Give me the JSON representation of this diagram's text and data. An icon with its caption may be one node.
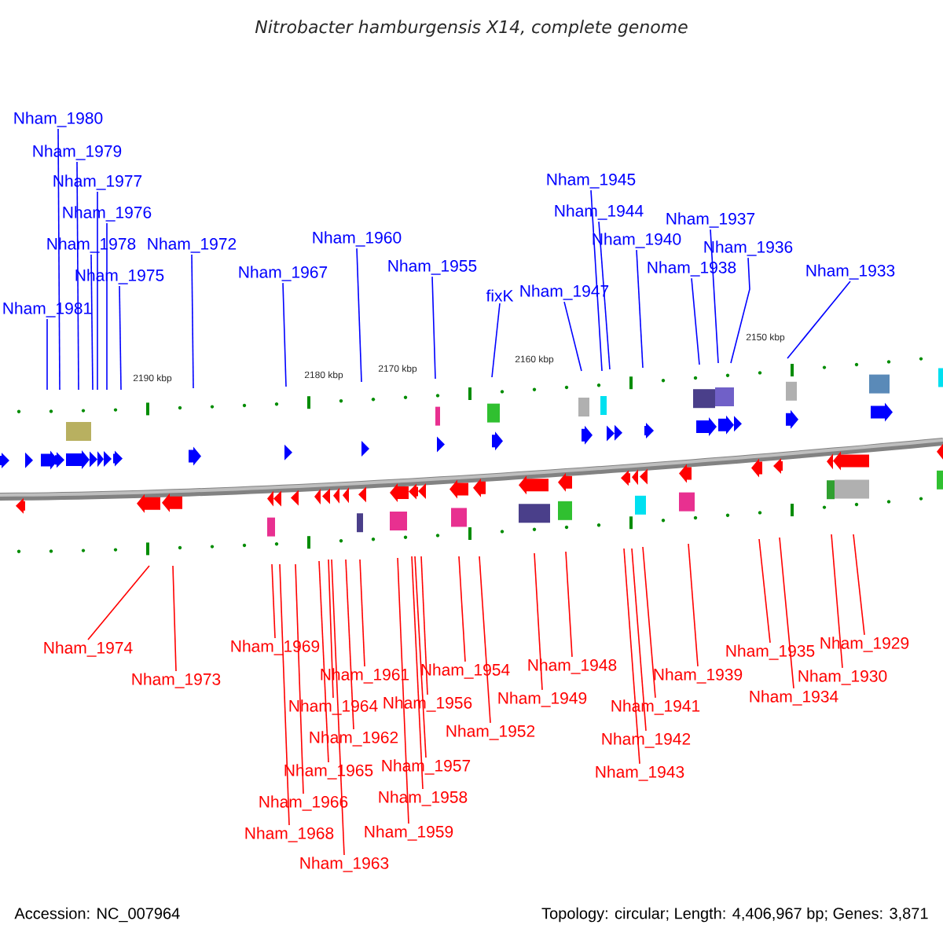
{
  "diagram": {
    "title": "Nitrobacter hamburgensis X14, complete genome",
    "nodes": [
      {
        "text": [
          "Nham_1981"
        ]
      },
      {
        "text": [
          "Nham_1980"
        ]
      },
      {
        "text": [
          "Nham_1979"
        ]
      },
      {
        "text": [
          "Nham_1977"
        ]
      },
      {
        "text": [
          "Nham_1976"
        ]
      },
      {
        "text": [
          "Nham_1978"
        ]
      },
      {
        "text": [
          "Nham_1975"
        ]
      },
      {
        "text": [
          "Nham_1972"
        ]
      },
      {
        "text": [
          "Nham_1967"
        ]
      },
      {
        "text": [
          "Nham_1960"
        ]
      },
      {
        "text": [
          "Nham_1955"
        ]
      },
      {
        "text": [
          "fixK"
        ]
      },
      {
        "text": [
          "Nham_1947"
        ]
      },
      {
        "text": [
          "Nham_1945"
        ]
      },
      {
        "text": [
          "Nham_1944"
        ]
      },
      {
        "text": [
          "Nham_1940"
        ]
      },
      {
        "text": [
          "Nham_1938"
        ]
      },
      {
        "text": [
          "Nham_1937"
        ]
      },
      {
        "text": [
          "Nham_1936"
        ]
      },
      {
        "text": [
          "Nham_1933"
        ]
      },
      {
        "text": [
          "Nham_1974"
        ]
      },
      {
        "text": [
          "Nham_1973"
        ]
      },
      {
        "text": [
          "Nham_1969"
        ]
      },
      {
        "text": [
          "Nham_1968"
        ]
      },
      {
        "text": [
          "Nham_1966"
        ]
      },
      {
        "text": [
          "Nham_1965"
        ]
      },
      {
        "text": [
          "Nham_1964"
        ]
      },
      {
        "text": [
          "Nham_1963"
        ]
      },
      {
        "text": [
          "Nham_1962"
        ]
      },
      {
        "text": [
          "Nham_1961"
        ]
      },
      {
        "text": [
          "Nham_1959"
        ]
      },
      {
        "text": [
          "Nham_1958"
        ]
      },
      {
        "text": [
          "Nham_1957"
        ]
      },
      {
        "text": [
          "Nham_1956"
        ]
      },
      {
        "text": [
          "Nham_1954"
        ]
      },
      {
        "text": [
          "Nham_1952"
        ]
      },
      {
        "text": [
          "Nham_1949"
        ]
      },
      {
        "text": [
          "Nham_1948"
        ]
      },
      {
        "text": [
          "Nham_1943"
        ]
      },
      {
        "text": [
          "Nham_1942"
        ]
      },
      {
        "text": [
          "Nham_1941"
        ]
      },
      {
        "text": [
          "Nham_1939"
        ]
      },
      {
        "text": [
          "Nham_1935"
        ]
      },
      {
        "text": [
          "Nham_1934"
        ]
      },
      {
        "text": [
          "Nham_1930"
        ]
      },
      {
        "text": [
          "Nham_1929"
        ]
      }
    ],
    "edges": [
      {
        "from": 0,
        "to": null,
        "arrow": "none",
        "color": "#0000ff"
      },
      {
        "from": 1,
        "to": null,
        "arrow": "none",
        "color": "#0000ff"
      },
      {
        "from": 2,
        "to": null,
        "arrow": "none",
        "color": "#0000ff"
      },
      {
        "from": 3,
        "to": null,
        "arrow": "none",
        "color": "#0000ff"
      },
      {
        "from": 4,
        "to": null,
        "arrow": "none",
        "color": "#0000ff"
      },
      {
        "from": 5,
        "to": null,
        "arrow": "none",
        "color": "#0000ff"
      },
      {
        "from": 6,
        "to": null,
        "arrow": "none",
        "color": "#0000ff"
      },
      {
        "from": 7,
        "to": null,
        "arrow": "none",
        "color": "#0000ff"
      },
      {
        "from": 8,
        "to": null,
        "arrow": "none",
        "color": "#0000ff"
      },
      {
        "from": 9,
        "to": null,
        "arrow": "none",
        "color": "#0000ff"
      },
      {
        "from": 10,
        "to": null,
        "arrow": "none",
        "color": "#0000ff"
      },
      {
        "from": 11,
        "to": null,
        "arrow": "none",
        "color": "#0000ff"
      },
      {
        "from": 12,
        "to": null,
        "arrow": "none",
        "color": "#0000ff"
      },
      {
        "from": 13,
        "to": null,
        "arrow": "none",
        "color": "#0000ff"
      },
      {
        "from": 14,
        "to": null,
        "arrow": "none",
        "color": "#0000ff"
      },
      {
        "from": 15,
        "to": null,
        "arrow": "none",
        "color": "#0000ff"
      },
      {
        "from": 16,
        "to": null,
        "arrow": "none",
        "color": "#0000ff"
      },
      {
        "from": 17,
        "to": null,
        "arrow": "none",
        "color": "#0000ff"
      },
      {
        "from": 18,
        "to": null,
        "arrow": "none",
        "color": "#0000ff"
      },
      {
        "from": 19,
        "to": null,
        "arrow": "none",
        "color": "#0000ff"
      },
      {
        "from": 20,
        "to": null,
        "arrow": "none"
      },
      {
        "from": 21,
        "to": null,
        "arrow": "none"
      },
      {
        "from": 22,
        "to": null,
        "arrow": "none"
      },
      {
        "from": 23,
        "to": null,
        "arrow": "none"
      },
      {
        "from": 24,
        "to": null,
        "arrow": "none"
      },
      {
        "from": 25,
        "to": null,
        "arrow": "none"
      },
      {
        "from": 26,
        "to": null,
        "arrow": "none"
      },
      {
        "from": 27,
        "to": null,
        "arrow": "none"
      },
      {
        "from": 28,
        "to": null,
        "arrow": "none"
      },
      {
        "from": 29,
        "to": null,
        "arrow": "none"
      },
      {
        "from": 30,
        "to": null,
        "arrow": "none"
      },
      {
        "from": 31,
        "to": null,
        "arrow": "none"
      },
      {
        "from": 32,
        "to": null,
        "arrow": "none"
      },
      {
        "from": 33,
        "to": null,
        "arrow": "none"
      },
      {
        "from": 34,
        "to": null,
        "arrow": "none"
      },
      {
        "from": 35,
        "to": null,
        "arrow": "none"
      },
      {
        "from": 36,
        "to": null,
        "arrow": "none"
      },
      {
        "from": 37,
        "to": null,
        "arrow": "none"
      },
      {
        "from": 38,
        "to": null,
        "arrow": "none"
      },
      {
        "from": 39,
        "to": null,
        "arrow": "none"
      },
      {
        "from": 40,
        "to": null,
        "arrow": "none"
      },
      {
        "from": 41,
        "to": null,
        "arrow": "none"
      },
      {
        "from": 42,
        "to": null,
        "arrow": "none"
      },
      {
        "from": 43,
        "to": null,
        "arrow": "none"
      },
      {
        "from": 44,
        "to": null,
        "arrow": "none"
      },
      {
        "from": 45,
        "to": null,
        "arrow": "none"
      }
    ],
    "labels": [
      "2190 kbp",
      "2180 kbp",
      "2170 kbp",
      "2160 kbp",
      "2150 kbp",
      "Accession: NC_007964",
      "Topology: circular; Length: 4,406,967 bp; Genes: 3,871"
    ]
  }
}
